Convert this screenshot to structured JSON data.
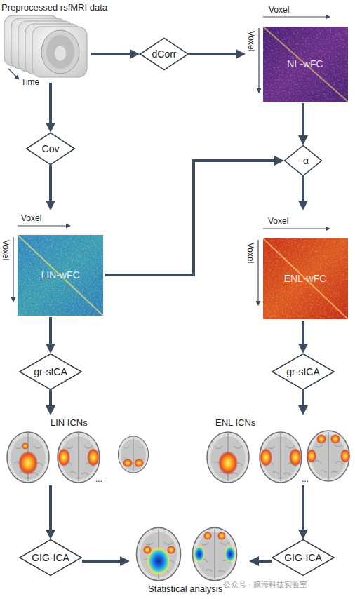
{
  "diagram": {
    "nodes": [
      {
        "text": [
          "Preprocessed rsfMRI data"
        ]
      },
      {
        "text": [
          "dCorr"
        ]
      },
      {
        "text": [
          "NL-wFC"
        ]
      },
      {
        "text": [
          "Cov"
        ]
      },
      {
        "text": [
          "−α"
        ]
      },
      {
        "text": [
          "LIN-wFC"
        ]
      },
      {
        "text": [
          "ENL-wFC"
        ]
      },
      {
        "text": [
          "gr-sICA"
        ]
      },
      {
        "text": [
          "gr-sICA"
        ]
      },
      {
        "text": [
          "LIN ICNs"
        ]
      },
      {
        "text": [
          "ENL ICNs"
        ]
      },
      {
        "text": [
          "GIG-ICA"
        ]
      },
      {
        "text": [
          "Statistical analysis"
        ]
      },
      {
        "text": [
          "GIG-ICA"
        ]
      }
    ],
    "edges": [
      {
        "from": 0,
        "to": 1,
        "arrow": "to"
      },
      {
        "from": 1,
        "to": 2,
        "arrow": "to"
      },
      {
        "from": 0,
        "to": 3,
        "arrow": "to"
      },
      {
        "from": 2,
        "to": 4,
        "arrow": "to"
      },
      {
        "from": 3,
        "to": 5,
        "arrow": "to"
      },
      {
        "from": 5,
        "to": 4,
        "arrow": "to"
      },
      {
        "from": 4,
        "to": 6,
        "arrow": "to"
      },
      {
        "from": 5,
        "to": 7,
        "arrow": "to"
      },
      {
        "from": 6,
        "to": 8,
        "arrow": "to"
      },
      {
        "from": 7,
        "to": 9,
        "arrow": "to"
      },
      {
        "from": 8,
        "to": 10,
        "arrow": "to"
      },
      {
        "from": 9,
        "to": 11,
        "arrow": "to"
      },
      {
        "from": 10,
        "to": 13,
        "arrow": "to"
      },
      {
        "from": 11,
        "to": 12,
        "arrow": "to"
      },
      {
        "from": 13,
        "to": 12,
        "arrow": "to"
      }
    ],
    "labels": [
      "Voxel",
      "Voxel",
      "Time",
      "Voxel",
      "Voxel",
      "Voxel",
      "Voxel",
      "...",
      "...",
      "公众号 · 脑海科技实验室"
    ]
  }
}
